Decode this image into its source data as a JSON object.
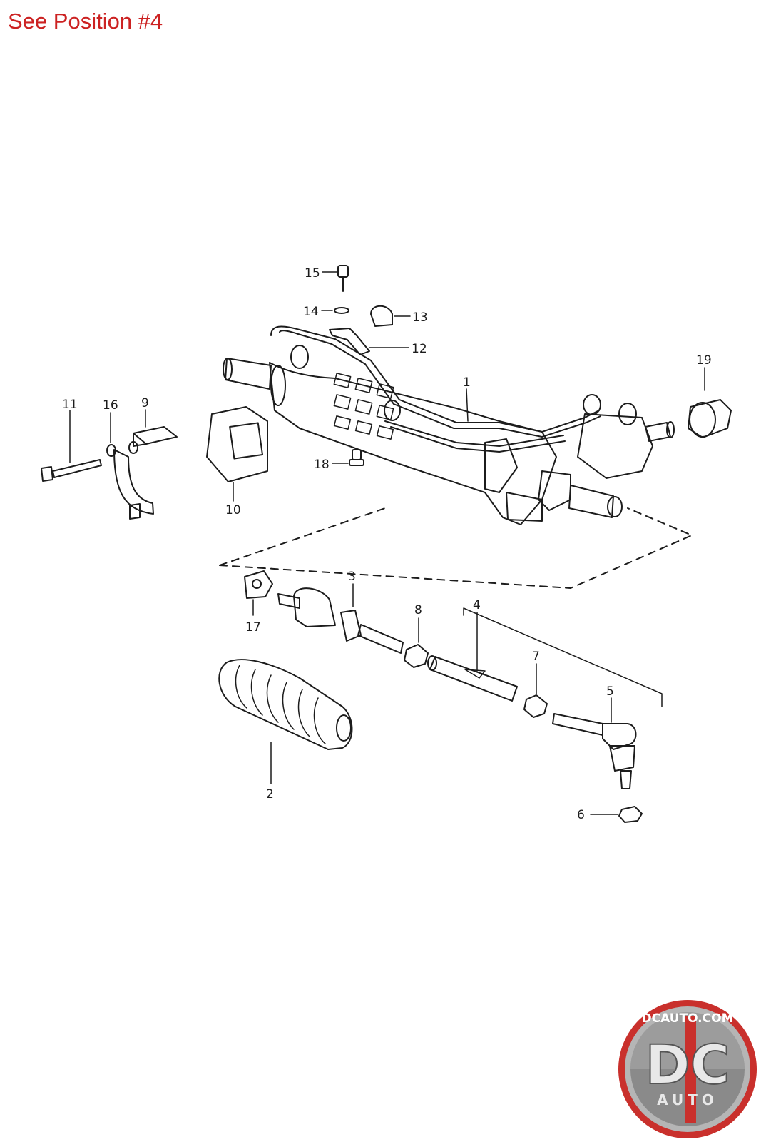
{
  "header": {
    "text": "See Position #4",
    "color": "#cc2222"
  },
  "diagram": {
    "callouts": [
      {
        "id": "1",
        "label": "1"
      },
      {
        "id": "2",
        "label": "2"
      },
      {
        "id": "3",
        "label": "3"
      },
      {
        "id": "4",
        "label": "4"
      },
      {
        "id": "5",
        "label": "5"
      },
      {
        "id": "6",
        "label": "6"
      },
      {
        "id": "7",
        "label": "7"
      },
      {
        "id": "8",
        "label": "8"
      },
      {
        "id": "9",
        "label": "9"
      },
      {
        "id": "10",
        "label": "10"
      },
      {
        "id": "11",
        "label": "11"
      },
      {
        "id": "12",
        "label": "12"
      },
      {
        "id": "13",
        "label": "13"
      },
      {
        "id": "14",
        "label": "14"
      },
      {
        "id": "15",
        "label": "15"
      },
      {
        "id": "16",
        "label": "16"
      },
      {
        "id": "17",
        "label": "17"
      },
      {
        "id": "18",
        "label": "18"
      },
      {
        "id": "19",
        "label": "19"
      }
    ],
    "line_color": "#1c1c1c"
  },
  "logo": {
    "top_text": "DCAUTO.COM",
    "monogram": "DC",
    "bottom_text": "AUTO",
    "colors": {
      "ring": "#c9302c",
      "body": "#8a8a8a",
      "letter": "#e8e8e8"
    }
  }
}
